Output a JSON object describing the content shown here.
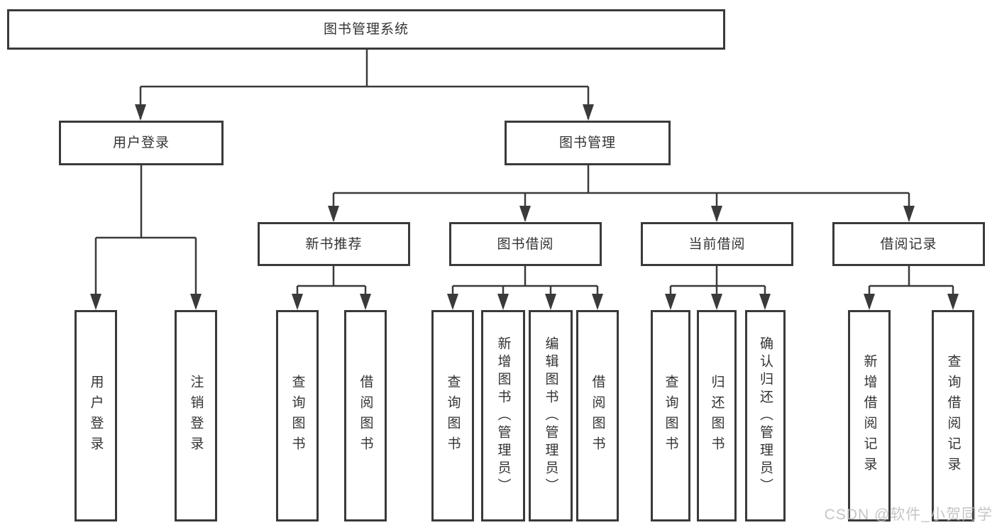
{
  "colors": {
    "line": "#3a3a3a",
    "text": "#333333",
    "background": "#ffffff",
    "watermark": "#bfbfbf"
  },
  "tree": {
    "root": {
      "label": "图书管理系统"
    },
    "branches": [
      {
        "label": "用户登录",
        "children": [
          {
            "label": "用户登录"
          },
          {
            "label": "注销登录"
          }
        ]
      },
      {
        "label": "图书管理",
        "children": [
          {
            "label": "新书推荐",
            "children": [
              {
                "label": "查询图书"
              },
              {
                "label": "借阅图书"
              }
            ]
          },
          {
            "label": "图书借阅",
            "children": [
              {
                "label": "查询图书"
              },
              {
                "label": "新增图书（管理员）"
              },
              {
                "label": "编辑图书（管理员）"
              },
              {
                "label": "借阅图书"
              }
            ]
          },
          {
            "label": "当前借阅",
            "children": [
              {
                "label": "查询图书"
              },
              {
                "label": "归还图书"
              },
              {
                "label": "确认归还（管理员）"
              }
            ]
          },
          {
            "label": "借阅记录",
            "children": [
              {
                "label": "新增借阅记录"
              },
              {
                "label": "查询借阅记录"
              }
            ]
          }
        ]
      }
    ]
  },
  "watermark": {
    "text": "CSDN @软件_小贺同学"
  }
}
